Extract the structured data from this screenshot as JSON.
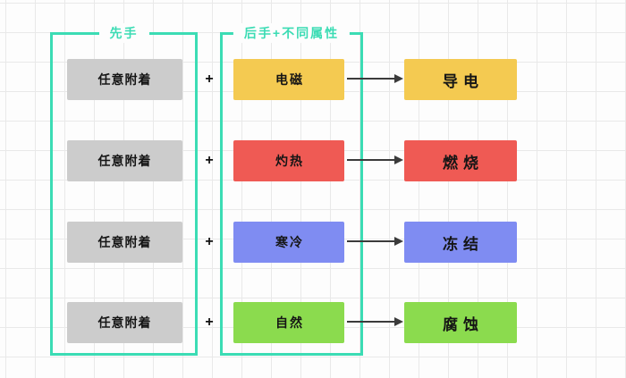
{
  "canvas": {
    "background_color": "#fdfdfd",
    "grid_line_color": "#e9e9e9",
    "accent_color": "#3bdcb4",
    "arrow_color": "#3b3b3b"
  },
  "accent": "#3bdcb4",
  "operator": "+",
  "groups": [
    {
      "label": "先手"
    },
    {
      "label": "后手+不同属性"
    }
  ],
  "rows": [
    {
      "source": "任意附着",
      "source_color": "#cccccc",
      "trigger": "电磁",
      "result": "导电",
      "color": "#f4ca51"
    },
    {
      "source": "任意附着",
      "source_color": "#cccccc",
      "trigger": "灼热",
      "result": "燃烧",
      "color": "#ef5a54"
    },
    {
      "source": "任意附着",
      "source_color": "#cccccc",
      "trigger": "寒冷",
      "result": "冻结",
      "color": "#7f8cf2"
    },
    {
      "source": "任意附着",
      "source_color": "#cccccc",
      "trigger": "自然",
      "result": "腐蚀",
      "color": "#8bdb4e"
    }
  ]
}
